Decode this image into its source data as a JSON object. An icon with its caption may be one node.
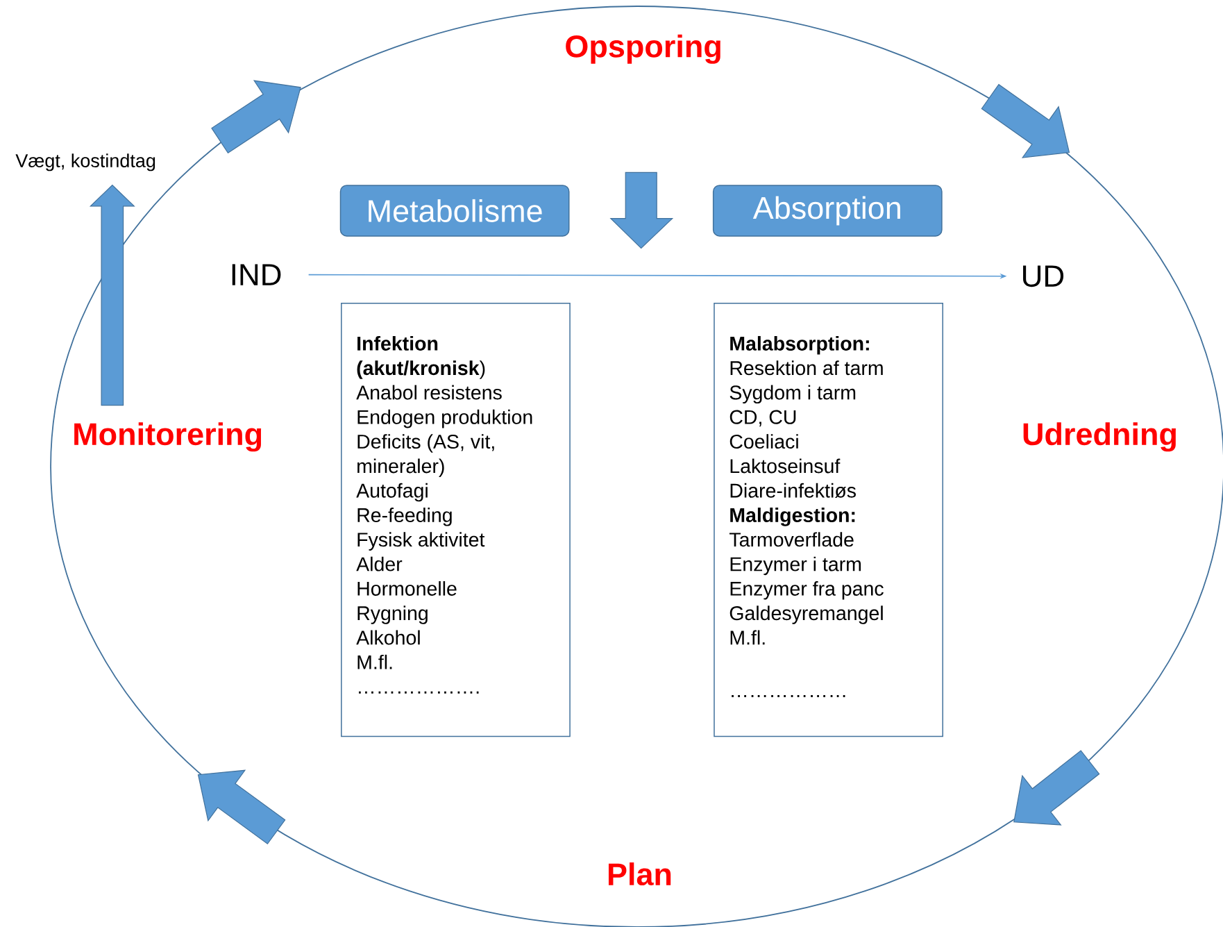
{
  "diagram": {
    "nodes": [
      {
        "text": [
          "Opsporing"
        ]
      },
      {
        "text": [
          "Udredning"
        ]
      },
      {
        "text": [
          "Plan"
        ]
      },
      {
        "text": [
          "Monitorering"
        ]
      },
      {
        "text": [
          "Vægt, kostindtag"
        ]
      },
      {
        "text": [
          "IND"
        ]
      },
      {
        "text": [
          "UD"
        ]
      },
      {
        "text": [
          "Metabolisme"
        ]
      },
      {
        "text": [
          "Absorption"
        ]
      },
      {
        "text": [
          "**Infektion (akut/kronisk**)",
          "Anabol resistens",
          "Endogen produktion",
          "Deficits (AS, vit, mineraler)",
          "Autofagi",
          "Re-feeding",
          "Fysisk aktivitet",
          "Alder",
          "Hormonelle",
          "Rygning",
          "Alkohol",
          "M.fl.",
          "………………."
        ]
      },
      {
        "text": [
          "**Malabsorption:**",
          "Resektion af tarm",
          "Sygdom i tarm",
          "CD, CU",
          "Coeliaci",
          "Laktoseinsuf",
          "Diare-infektiøs",
          "**Maldigestion:**",
          "Tarmoverflade",
          "Enzymer i tarm",
          "Enzymer fra panc",
          "Galdesyremangel",
          "M.fl.",
          "………………"
        ]
      }
    ],
    "edges": [
      {
        "from": 5,
        "to": 6,
        "arrow": "to"
      },
      {
        "from": 3,
        "to": 4,
        "arrow": "to",
        "style": "thick"
      }
    ]
  }
}
